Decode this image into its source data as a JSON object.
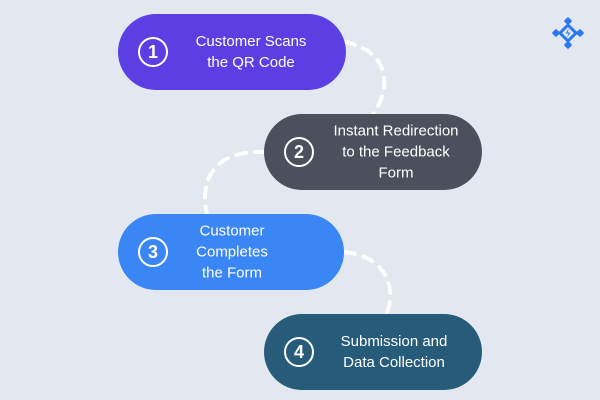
{
  "steps": [
    {
      "number": "1",
      "label": "Customer Scans\nthe QR Code",
      "color": "#5b3fe3"
    },
    {
      "number": "2",
      "label": "Instant Redirection\nto the Feedback\nForm",
      "color": "#4b505c"
    },
    {
      "number": "3",
      "label": "Customer\nCompletes\nthe Form",
      "color": "#3b86f5"
    },
    {
      "number": "4",
      "label": "Submission and\nData Collection",
      "color": "#265b7a"
    }
  ],
  "connector_color": "#ffffff",
  "logo_color": "#2a78f0",
  "logo_icon": "brand-logo-icon"
}
